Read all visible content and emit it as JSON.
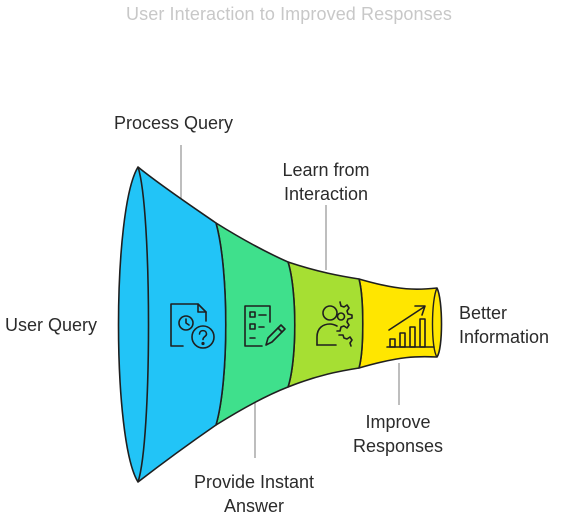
{
  "title": "User Interaction to Improved Responses",
  "colors": {
    "segment_1": "#22c4f7",
    "segment_2": "#3fe08c",
    "segment_3": "#a6df33",
    "segment_4": "#ffe600",
    "outline": "#1f1f1f",
    "leader": "#9a9a9a"
  },
  "labels": {
    "user_query": "User Query",
    "process_query_line1": "Process Query",
    "learn_line1": "Learn from",
    "learn_line2": "Interaction",
    "provide_line1": "Provide Instant",
    "provide_line2": "Answer",
    "improve_line1": "Improve",
    "improve_line2": "Responses",
    "better_line1": "Better",
    "better_line2": "Information"
  },
  "icons": [
    "document-clock-question-icon",
    "checklist-pencil-icon",
    "head-gear-icon",
    "growth-chart-icon"
  ]
}
